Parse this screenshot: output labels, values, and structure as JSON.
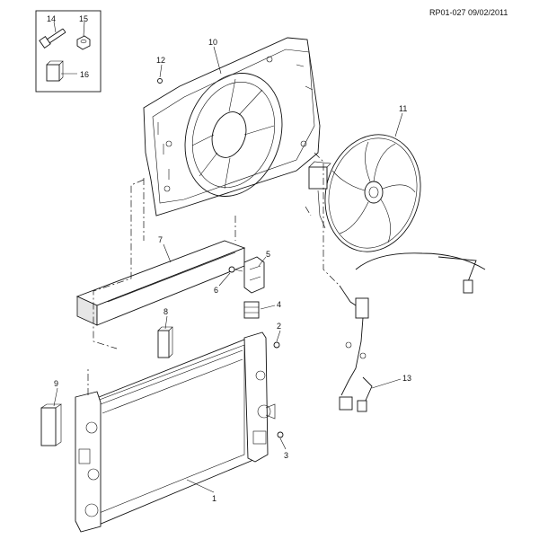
{
  "reference_code": "RP01-027 09/02/2011",
  "callouts": {
    "c1": "1",
    "c2": "2",
    "c3": "3",
    "c4": "4",
    "c5": "5",
    "c6": "6",
    "c7": "7",
    "c8": "8",
    "c9": "9",
    "c10": "10",
    "c11": "11",
    "c12": "12",
    "c13": "13",
    "c14": "14",
    "c15": "15",
    "c16": "16"
  }
}
